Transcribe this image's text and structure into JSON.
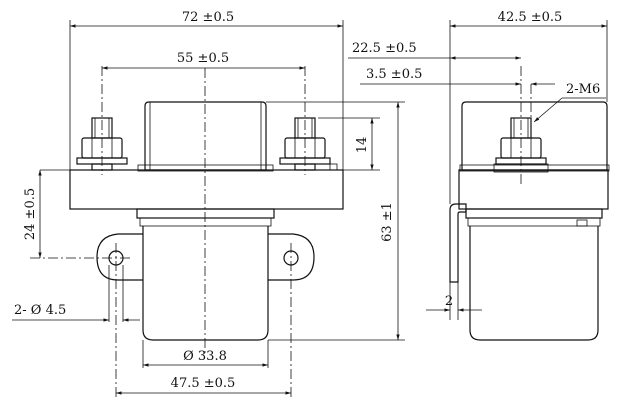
{
  "front_view": {
    "width_overall": "72 ±0.5",
    "terminal_spacing": "55 ±0.5",
    "terminal_height": "14",
    "mount_height": "24 ±0.5",
    "height_overall": "63 ±1",
    "mount_hole": "2- Ø 4.5",
    "body_diameter": "Ø 33.8",
    "hole_spacing": "47.5 ±0.5"
  },
  "side_view": {
    "depth_overall": "42.5 ±0.5",
    "terminal_offset": "22.5 ±0.5",
    "terminal_offset_small": "3.5 ±0.5",
    "thread_label": "2-M6",
    "bracket_thickness": "2"
  }
}
